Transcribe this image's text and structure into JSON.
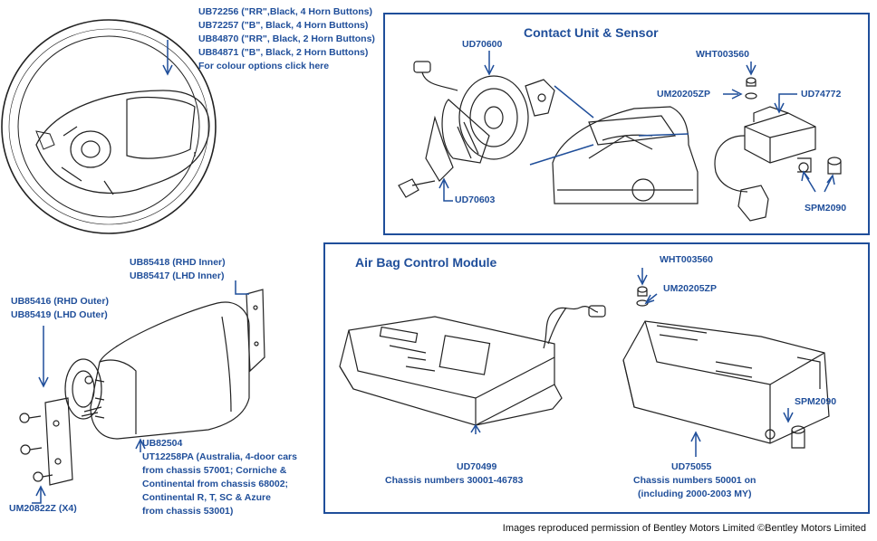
{
  "steering_wheel_parts": [
    "UB72256 (\"RR\",Black, 4 Horn Buttons)",
    "UB72257 (\"B\", Black, 4 Horn Buttons)",
    "UB84870 (\"RR\", Black, 2 Horn Buttons)",
    "UB84871 (\"B\", Black, 2 Horn Buttons)"
  ],
  "colour_options_link": "For colour options click here",
  "contact_panel": {
    "title": "Contact Unit & Sensor",
    "labels": {
      "ud70600": "UD70600",
      "ud70603": "UD70603",
      "wht003560": "WHT003560",
      "um20205zp": "UM20205ZP",
      "ud74772": "UD74772",
      "spm2090": "SPM2090"
    }
  },
  "airbag_module_lines": [
    "UB85418 (RHD Inner)",
    "UB85417 (LHD Inner)",
    "UB85416 (RHD Outer)",
    "UB85419 (LHD Outer)"
  ],
  "fixing_label": "UM20822Z (X4)",
  "module_note_lines": [
    "UB82504",
    "UT12258PA (Australia, 4-door cars",
    "from chassis 57001; Corniche &",
    "Continental from chassis 68002;",
    "Continental R, T, SC & Azure",
    "from chassis 53001)"
  ],
  "control_panel": {
    "title": "Air Bag Control Module",
    "labels": {
      "wht003560": "WHT003560",
      "um20205zp": "UM20205ZP",
      "spm2090": "SPM2090"
    },
    "left_module": {
      "part": "UD70499",
      "chassis": "Chassis numbers 30001-46783"
    },
    "right_module": {
      "part": "UD75055",
      "chassis": "Chassis numbers 50001 on",
      "note": "(including 2000-2003 MY)"
    }
  },
  "credit": "Images reproduced permission of Bentley Motors Limited ©Bentley Motors Limited",
  "colors": {
    "label": "#1f4e9a",
    "drawing": "#222222"
  },
  "icons": [
    "steering-wheel-icon",
    "contact-unit-icon",
    "car-icon",
    "sensor-icon",
    "airbag-module-icon",
    "bracket-icon",
    "bolt-icon",
    "control-module-icon",
    "connector-icon"
  ]
}
